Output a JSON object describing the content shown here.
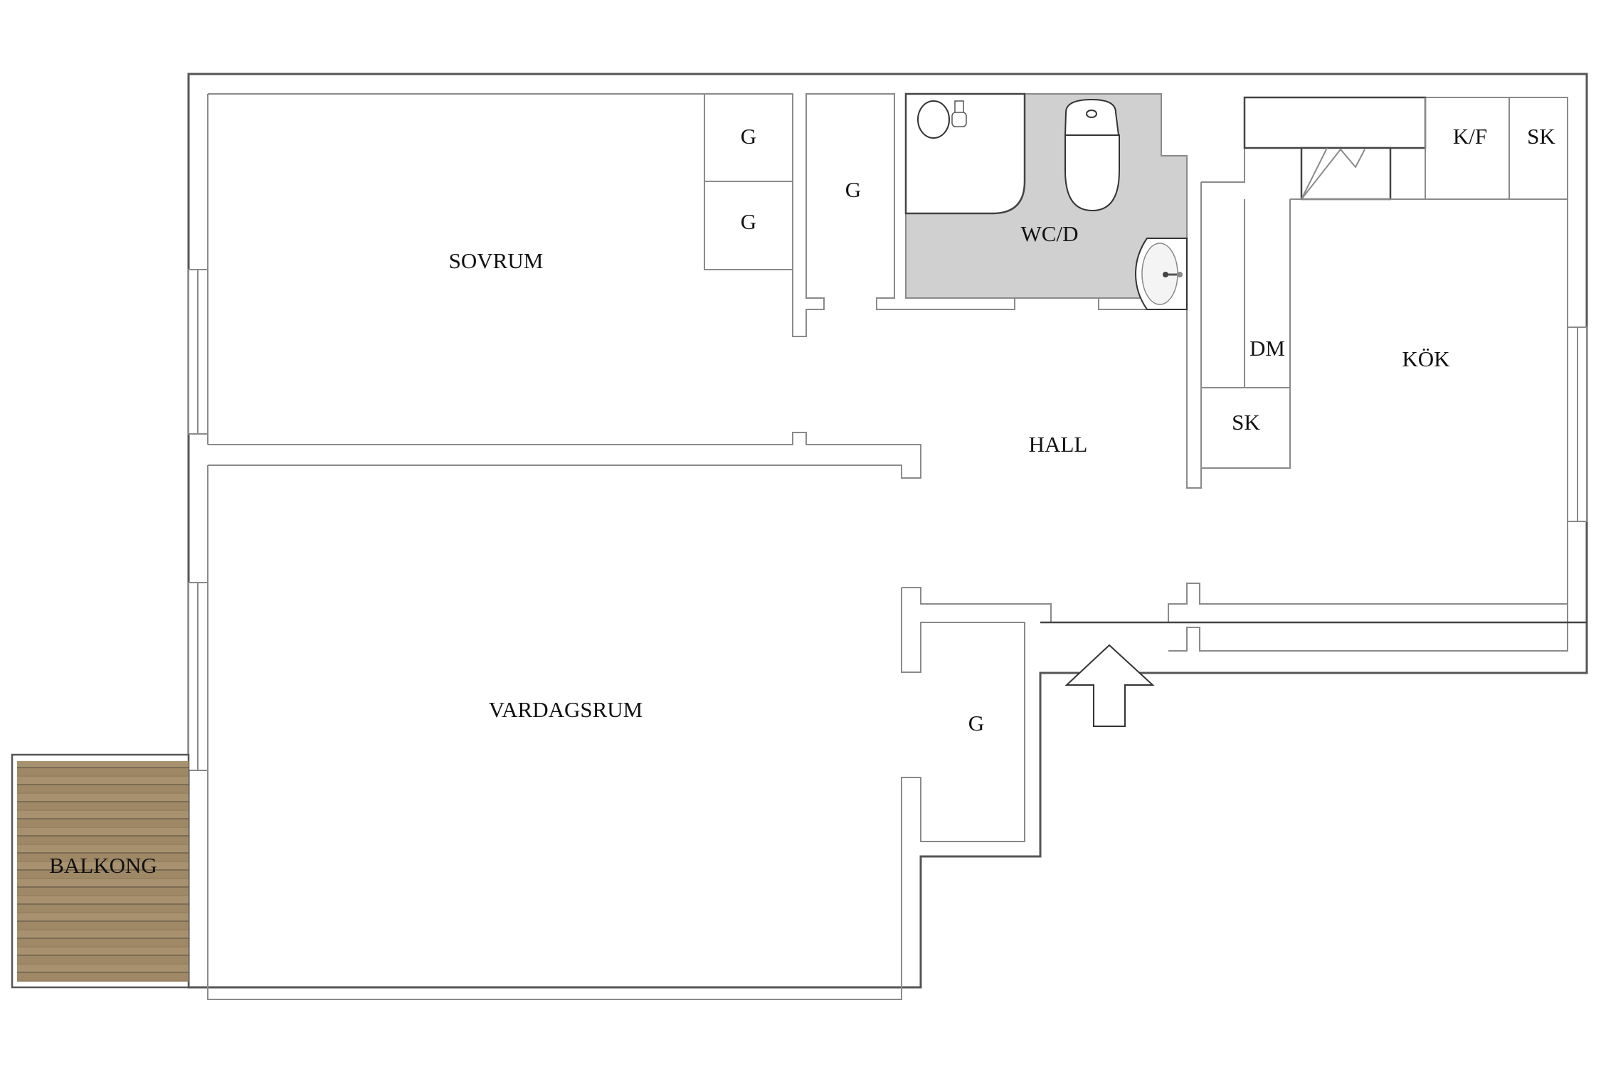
{
  "plan": {
    "rooms": {
      "sovrum": "SOVRUM",
      "vardagsrum": "VARDAGSRUM",
      "hall": "HALL",
      "kok": "KÖK",
      "wc": "WC/D",
      "balkong": "BALKONG"
    },
    "storage": {
      "wardrobe_1": "G",
      "wardrobe_2": "G",
      "closet_hall": "G",
      "closet_entry": "G",
      "kf": "K/F",
      "sk_kitchen": "SK",
      "dm": "DM",
      "sk_hall": "SK"
    },
    "icons": [
      "entrance-arrow-icon",
      "toilet-icon",
      "sink-icon",
      "shower-icon",
      "stove-icon"
    ],
    "colors": {
      "wall": "#8a8a8a",
      "outer_wall": "#555555",
      "bathroom_floor": "#d0d0d0",
      "balcony_wood": "#a08c6c"
    }
  }
}
